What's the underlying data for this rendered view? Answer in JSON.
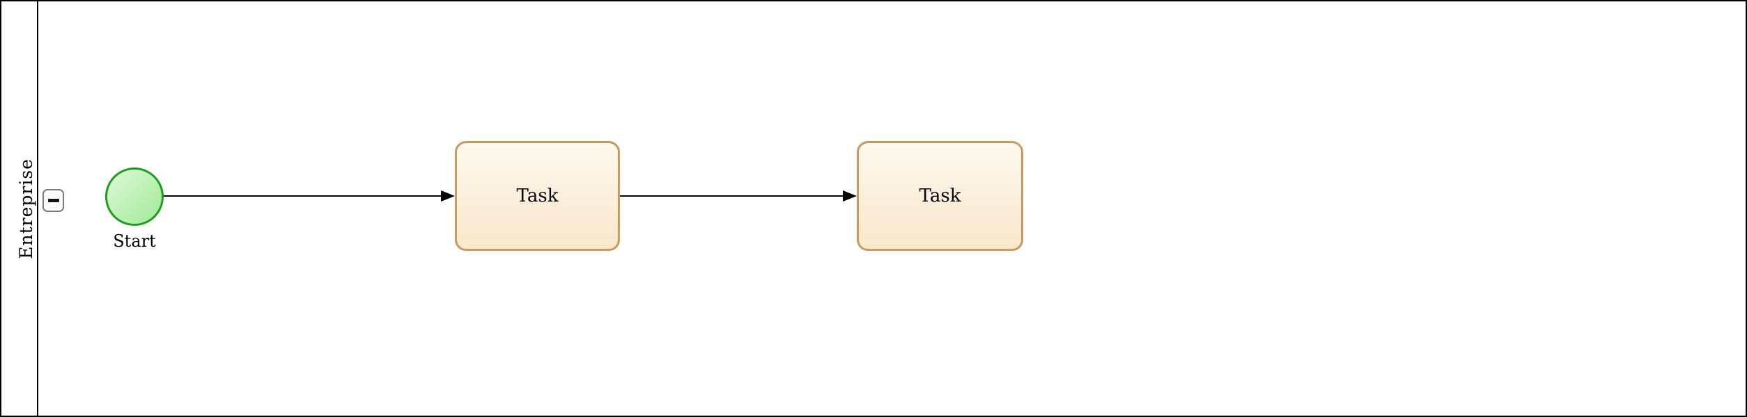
{
  "diagram": {
    "type": "bpmn-process",
    "pool": {
      "lane_label": "Entreprise",
      "collapse_button": {
        "icon": "minus-icon",
        "glyph": "−",
        "state": "expanded"
      }
    },
    "nodes": {
      "start": {
        "type": "start-event",
        "shape": "circle",
        "label": "Start"
      },
      "task1": {
        "type": "task",
        "shape": "rounded-rectangle",
        "label": "Task"
      },
      "task2": {
        "type": "task",
        "shape": "rounded-rectangle",
        "label": "Task"
      }
    },
    "edges": [
      {
        "from": "start",
        "to": "task1",
        "style": "solid-arrow"
      },
      {
        "from": "task1",
        "to": "task2",
        "style": "solid-arrow"
      }
    ]
  },
  "colors": {
    "edge": "#000000",
    "lane_line": "#000000",
    "start_border": "#1e9c1e",
    "start_fill_top": "#defad8",
    "start_fill_bottom": "#9fe995",
    "task_border": "#c59b61",
    "task_fill_top": "#fdf8ed",
    "task_fill_bottom": "#f8e7ca",
    "button_border": "#7b7b7b",
    "button_fill": "#fcfcfc"
  }
}
